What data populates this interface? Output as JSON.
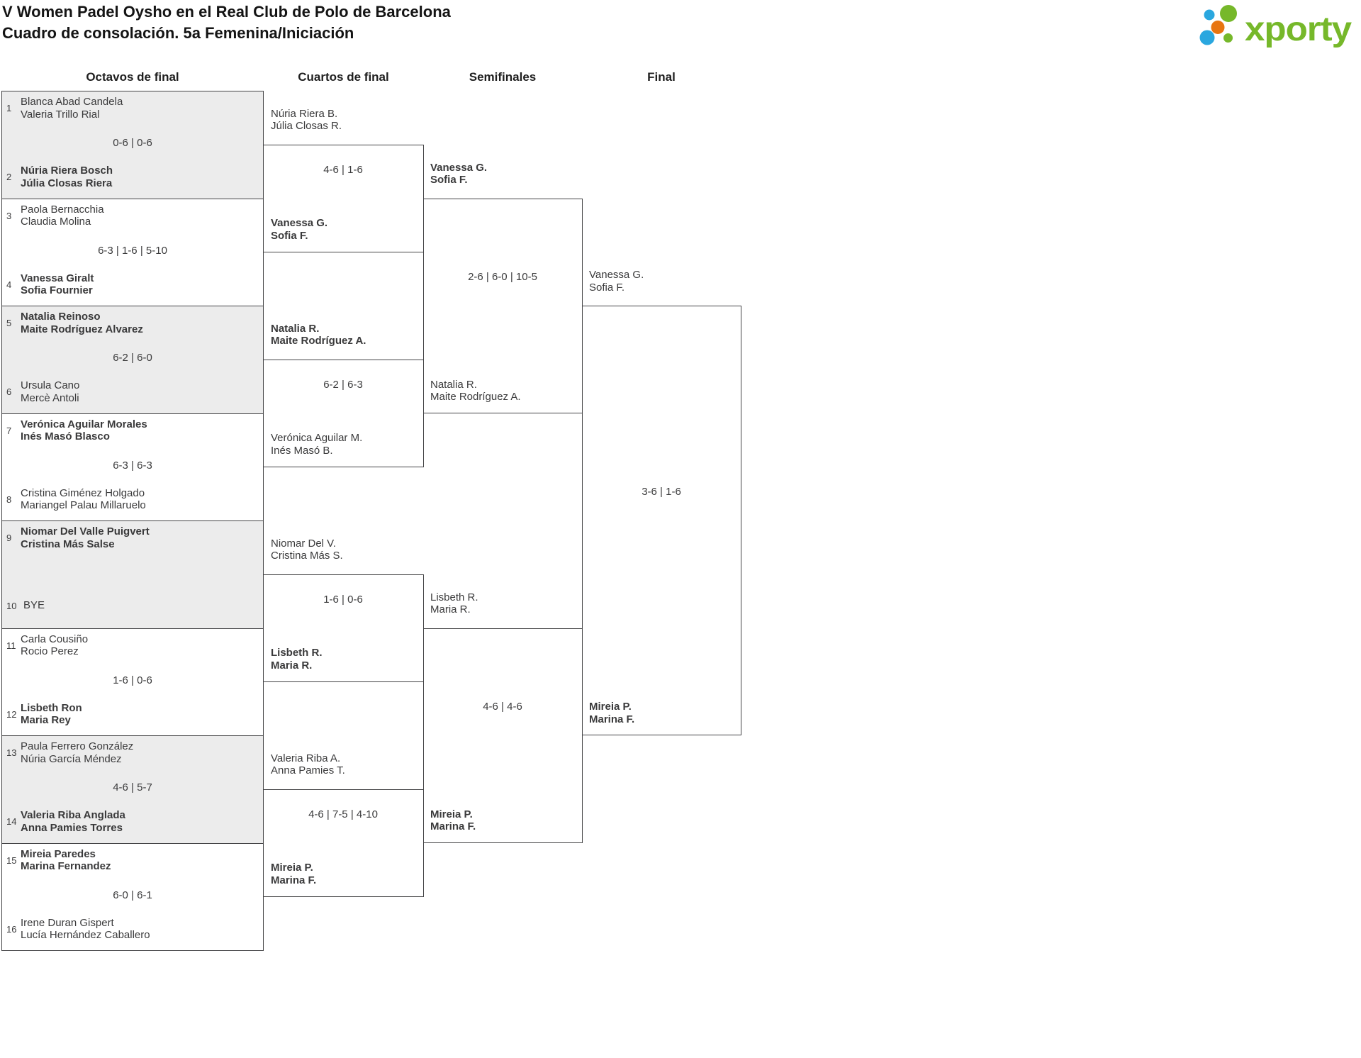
{
  "header": {
    "title_line1": "V Women Padel Oysho en el Real Club de Polo de Barcelona",
    "title_line2": "Cuadro de consolación. 5a Femenina/Iniciación"
  },
  "logo": {
    "text": "xporty",
    "green": "#76b82a",
    "blue": "#2aa7df",
    "orange": "#e87511"
  },
  "columns": [
    "Octavos de final",
    "Cuartos de final",
    "Semifinales",
    "Final"
  ],
  "bracket": {
    "octavos": [
      {
        "team1": {
          "seed": "1",
          "lines": [
            "Blanca Abad Candela",
            "Valeria Trillo Rial"
          ],
          "winner": false
        },
        "score": "0-6 | 0-6",
        "team2": {
          "seed": "2",
          "lines": [
            "Núria Riera Bosch",
            "Júlia Closas Riera"
          ],
          "winner": true
        }
      },
      {
        "team1": {
          "seed": "3",
          "lines": [
            "Paola Bernacchia",
            "Claudia Molina"
          ],
          "winner": false
        },
        "score": "6-3 | 1-6 | 5-10",
        "team2": {
          "seed": "4",
          "lines": [
            "Vanessa Giralt",
            "Sofia Fournier"
          ],
          "winner": true
        }
      },
      {
        "team1": {
          "seed": "5",
          "lines": [
            "Natalia Reinoso",
            "Maite Rodríguez Alvarez"
          ],
          "winner": true
        },
        "score": "6-2 | 6-0",
        "team2": {
          "seed": "6",
          "lines": [
            "Ursula Cano",
            "Mercè Antoli"
          ],
          "winner": false
        }
      },
      {
        "team1": {
          "seed": "7",
          "lines": [
            "Verónica Aguilar Morales",
            "Inés Masó Blasco"
          ],
          "winner": true
        },
        "score": "6-3 | 6-3",
        "team2": {
          "seed": "8",
          "lines": [
            "Cristina Giménez Holgado",
            "Mariangel Palau Millaruelo"
          ],
          "winner": false
        }
      },
      {
        "team1": {
          "seed": "9",
          "lines": [
            "Niomar Del Valle Puigvert",
            "Cristina Más Salse"
          ],
          "winner": true
        },
        "score": "",
        "team2": {
          "seed": "10",
          "lines": [
            "BYE"
          ],
          "winner": false
        }
      },
      {
        "team1": {
          "seed": "11",
          "lines": [
            "Carla Cousiño",
            "Rocio Perez"
          ],
          "winner": false
        },
        "score": "1-6 | 0-6",
        "team2": {
          "seed": "12",
          "lines": [
            "Lisbeth Ron",
            "Maria Rey"
          ],
          "winner": true
        }
      },
      {
        "team1": {
          "seed": "13",
          "lines": [
            "Paula Ferrero González",
            "Núria García Méndez"
          ],
          "winner": false
        },
        "score": "4-6 | 5-7",
        "team2": {
          "seed": "14",
          "lines": [
            "Valeria Riba Anglada",
            "Anna Pamies Torres"
          ],
          "winner": true
        }
      },
      {
        "team1": {
          "seed": "15",
          "lines": [
            "Mireia Paredes",
            "Marina Fernandez"
          ],
          "winner": true
        },
        "score": "6-0 | 6-1",
        "team2": {
          "seed": "16",
          "lines": [
            "Irene Duran Gispert",
            "Lucía Hernández Caballero"
          ],
          "winner": false
        }
      }
    ],
    "cuartos": [
      {
        "team1": {
          "lines": [
            "Núria Riera B.",
            "Júlia Closas R."
          ],
          "winner": false
        },
        "score": "4-6 | 1-6",
        "team2": {
          "lines": [
            "Vanessa G.",
            "Sofia F."
          ],
          "winner": true
        }
      },
      {
        "team1": {
          "lines": [
            "Natalia R.",
            "Maite Rodríguez A."
          ],
          "winner": true
        },
        "score": "6-2 | 6-3",
        "team2": {
          "lines": [
            "Verónica Aguilar M.",
            "Inés Masó B."
          ],
          "winner": false
        }
      },
      {
        "team1": {
          "lines": [
            "Niomar Del V.",
            "Cristina Más S."
          ],
          "winner": false
        },
        "score": "1-6 | 0-6",
        "team2": {
          "lines": [
            "Lisbeth R.",
            "Maria R."
          ],
          "winner": true
        }
      },
      {
        "team1": {
          "lines": [
            "Valeria Riba A.",
            "Anna Pamies T."
          ],
          "winner": false
        },
        "score": "4-6 | 7-5 | 4-10",
        "team2": {
          "lines": [
            "Mireia P.",
            "Marina F."
          ],
          "winner": true
        }
      }
    ],
    "semifinales": [
      {
        "team1": {
          "lines": [
            "Vanessa G.",
            "Sofia F."
          ],
          "winner": true
        },
        "score": "2-6 | 6-0 | 10-5",
        "team2": {
          "lines": [
            "Natalia R.",
            "Maite Rodríguez A."
          ],
          "winner": false
        }
      },
      {
        "team1": {
          "lines": [
            "Lisbeth R.",
            "Maria R."
          ],
          "winner": false
        },
        "score": "4-6 | 4-6",
        "team2": {
          "lines": [
            "Mireia P.",
            "Marina F."
          ],
          "winner": true
        }
      }
    ],
    "final": [
      {
        "team1": {
          "lines": [
            "Vanessa G.",
            "Sofia F."
          ],
          "winner": false
        },
        "score": "3-6 | 1-6",
        "team2": {
          "lines": [
            "Mireia P.",
            "Marina F."
          ],
          "winner": true
        }
      }
    ]
  }
}
